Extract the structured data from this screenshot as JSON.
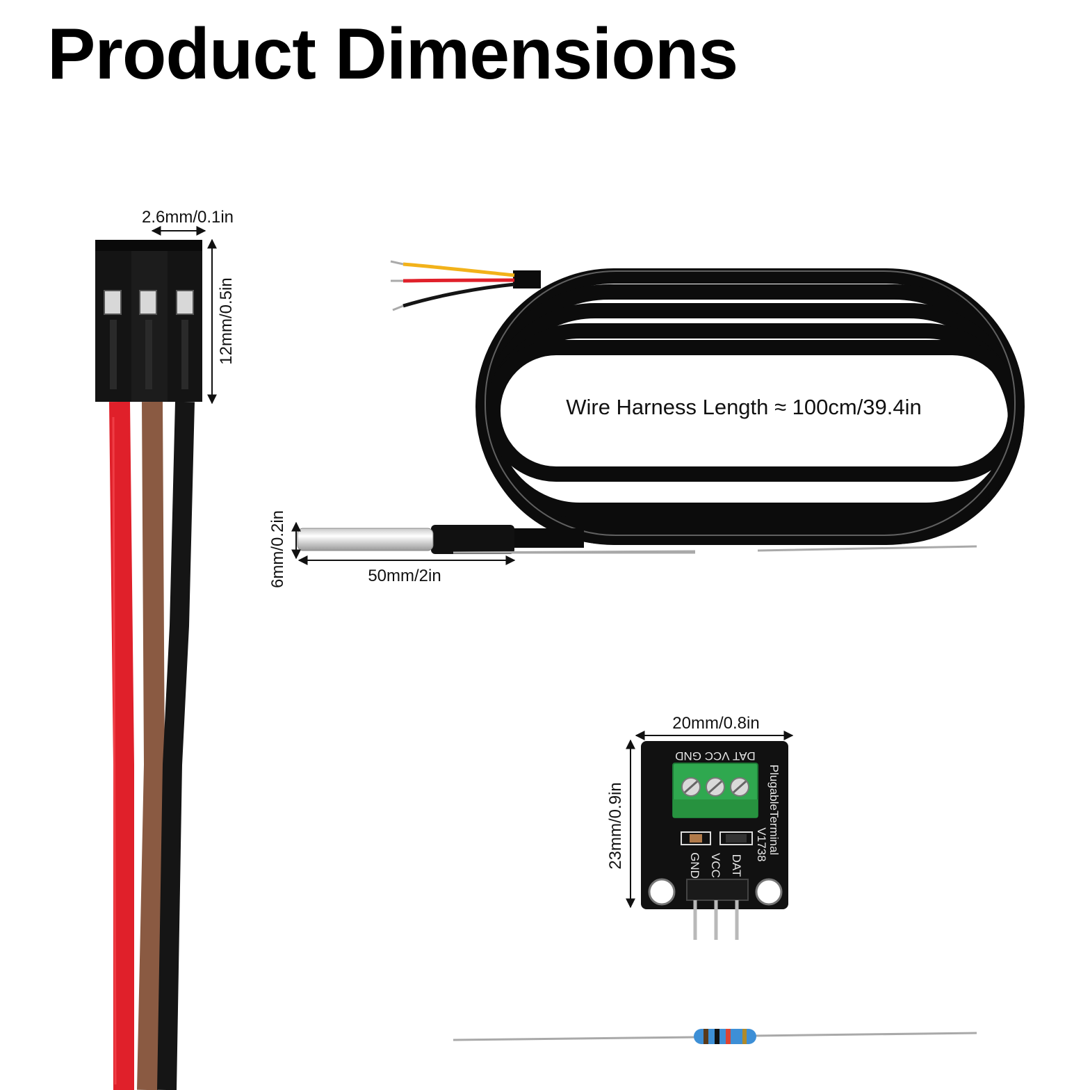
{
  "title": "Product Dimensions",
  "dimensions": {
    "connector_width": "2.6mm/0.1in",
    "connector_height": "12mm/0.5in",
    "harness_length": "Wire Harness Length ≈ 100cm/39.4in",
    "probe_diameter": "6mm/0.2in",
    "probe_length": "50mm/2in",
    "module_width": "20mm/0.8in",
    "module_height": "23mm/0.9in"
  },
  "module": {
    "top_labels": "DAT VCC GND",
    "side_label_1": "PlugableTerminal",
    "side_label_2": "V1738",
    "pin_labels": [
      "GND",
      "VCC",
      "DAT"
    ],
    "pcb_color": "#111111",
    "terminal_color": "#2fa84f"
  },
  "wire_colors": {
    "red": "#e0202a",
    "brown": "#8a5a42",
    "black": "#151515",
    "yellow": "#f2b21a"
  },
  "icons": {
    "connector": "dupont-connector-icon",
    "resistor": "resistor-icon"
  }
}
